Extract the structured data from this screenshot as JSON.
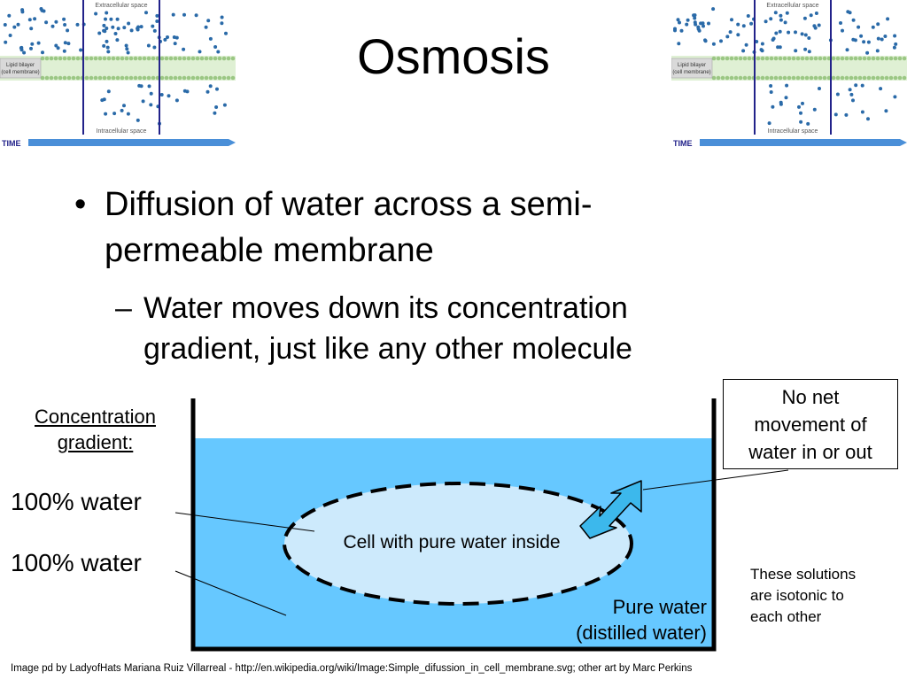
{
  "title": "Osmosis",
  "thumbnail": {
    "extracellular_label": "Extracellular space",
    "intracellular_label": "Intracellular space",
    "lipid_label_line1": "Lipid bilayer",
    "lipid_label_line2": "(cell membrane)",
    "time_label": "TIME"
  },
  "bullets": {
    "main_line1": "Diffusion of water across a semi-",
    "main_line2": "permeable membrane",
    "sub_line1": "Water moves down its concentration",
    "sub_line2": "gradient, just like any other molecule",
    "dot": "•",
    "dash": "–"
  },
  "diagram": {
    "gradient_line1": "Concentration",
    "gradient_line2": "gradient:",
    "water_label_top": "100% water",
    "water_label_bottom": "100% water",
    "cell_label": "Cell with pure water inside",
    "pure_water_line1": "Pure water",
    "pure_water_line2": "(distilled water)",
    "no_net_line1": "No net",
    "no_net_line2": "movement of",
    "no_net_line3": "water in or out",
    "isotonic_line1": "These solutions",
    "isotonic_line2": "are isotonic to",
    "isotonic_line3": "each other",
    "colors": {
      "water": "#66c8ff",
      "cell": "#cdeafc",
      "arrow": "#3cb8ec",
      "molecule": "#2a6aa8",
      "membrane": "#9bc784",
      "divider": "#22228a"
    }
  },
  "credit": "Image  pd by LadyofHats Mariana Ruiz Villarreal - http://en.wikipedia.org/wiki/Image:Simple_difussion_in_cell_membrane.svg; other art by Marc Perkins"
}
